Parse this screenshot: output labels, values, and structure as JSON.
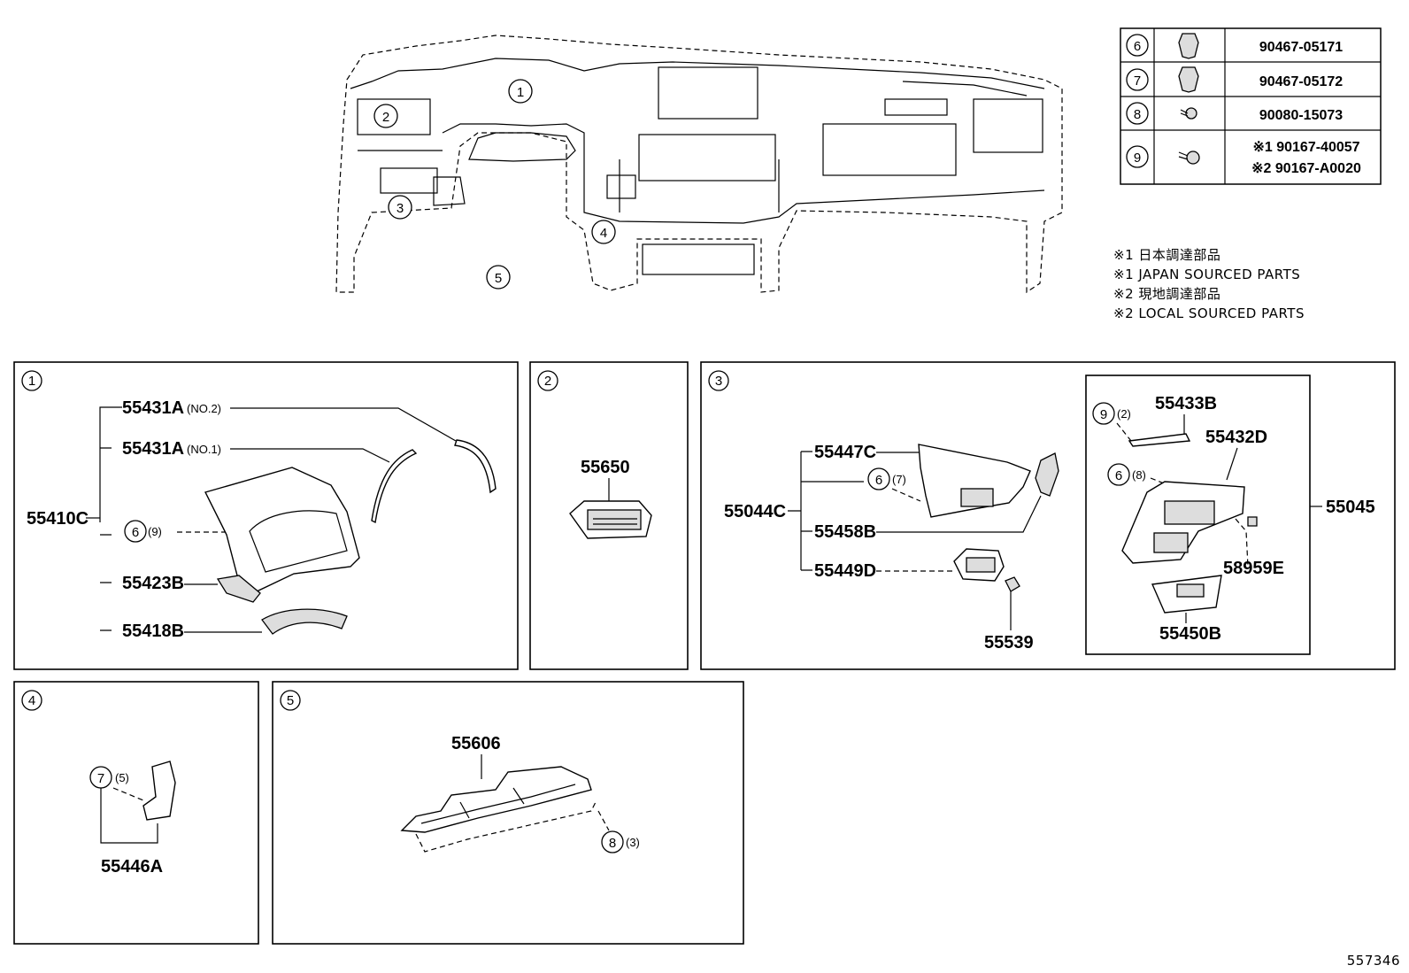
{
  "overview": {
    "callouts": [
      "1",
      "2",
      "3",
      "4",
      "5"
    ]
  },
  "fastener_table": [
    {
      "ref": "6",
      "part": "90467-05171"
    },
    {
      "ref": "7",
      "part": "90467-05172"
    },
    {
      "ref": "8",
      "part": "90080-15073"
    },
    {
      "ref": "9",
      "part_1": "※1 90167-40057",
      "part_2": "※2 90167-A0020"
    }
  ],
  "notes": [
    "※1 日本調達部品",
    "※1 JAPAN SOURCED PARTS",
    "※2 現地調達部品",
    "※2 LOCAL SOURCED PARTS"
  ],
  "panel1": {
    "label": "1",
    "parts": {
      "p55431a_no2": "55431A",
      "p55431a_no2_suffix": "(NO.2)",
      "p55431a_no1": "55431A",
      "p55431a_no1_suffix": "(NO.1)",
      "p55410c": "55410C",
      "fastener_ref": "6",
      "fastener_qty": "(9)",
      "p55423b": "55423B",
      "p55418b": "55418B"
    }
  },
  "panel2": {
    "label": "2",
    "parts": {
      "p55650": "55650"
    }
  },
  "panel3": {
    "label": "3",
    "parts": {
      "p55447c": "55447C",
      "fastener_ref_a": "6",
      "fastener_qty_a": "(7)",
      "p55044c": "55044C",
      "p55458b": "55458B",
      "p55449d": "55449D",
      "p55539": "55539",
      "fastener_ref_b": "9",
      "fastener_qty_b": "(2)",
      "p55433b": "55433B",
      "p55432d": "55432D",
      "fastener_ref_c": "6",
      "fastener_qty_c": "(8)",
      "p55045": "55045",
      "p58959e": "58959E",
      "p55450b": "55450B"
    }
  },
  "panel4": {
    "label": "4",
    "parts": {
      "fastener_ref": "7",
      "fastener_qty": "(5)",
      "p55446a": "55446A"
    }
  },
  "panel5": {
    "label": "5",
    "parts": {
      "p55606": "55606",
      "fastener_ref": "8",
      "fastener_qty": "(3)"
    }
  },
  "diagram_id": "557346"
}
